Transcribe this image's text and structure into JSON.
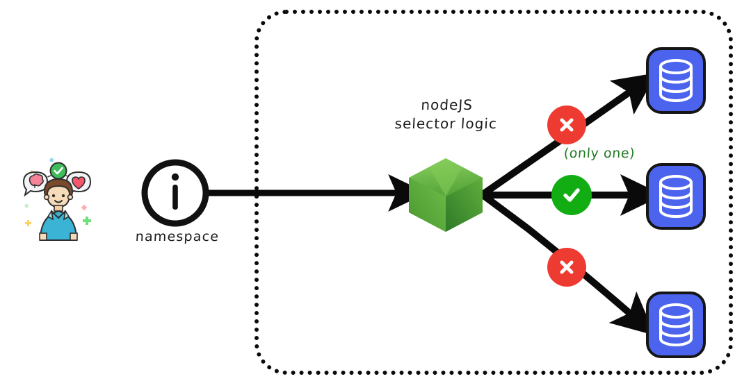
{
  "diagram": {
    "title": "nodeJS selector logic namespace routing",
    "colors": {
      "background": "#ffffff",
      "container_border": "#0a0a0a",
      "arrow": "#0a0a0a",
      "reject_badge": "#ee3b32",
      "accept_badge": "#12ad12",
      "database_fill": "#4c63ee",
      "database_border": "#151515",
      "node_green_light": "#6cc24a",
      "node_green_dark": "#3a8a2e",
      "only_one_text": "#1f7a23",
      "label_text": "#1a1a1a"
    },
    "container": {
      "name": "selector-boundary",
      "style": "dotted-rounded-rectangle"
    },
    "actor": {
      "icon": "person-thinking-icon",
      "thought_bubbles": [
        "brain-icon",
        "heart-icon",
        "check-badge-icon"
      ]
    },
    "namespace": {
      "icon": "info-circle-icon",
      "glyph": "i",
      "label": "namespace"
    },
    "selector": {
      "icon": "nodejs-hexagon-icon",
      "caption_line1": "nodeJS",
      "caption_line2": "selector logic"
    },
    "annotation": {
      "only_one": "(only one)"
    },
    "branches": [
      {
        "id": "branch-top",
        "badge": "reject",
        "badge_glyph": "×",
        "target": "database-top",
        "target_icon": "database-icon"
      },
      {
        "id": "branch-middle",
        "badge": "accept",
        "badge_glyph": "✓",
        "target": "database-middle",
        "target_icon": "database-icon"
      },
      {
        "id": "branch-bottom",
        "badge": "reject",
        "badge_glyph": "×",
        "target": "database-bottom",
        "target_icon": "database-icon"
      }
    ]
  }
}
